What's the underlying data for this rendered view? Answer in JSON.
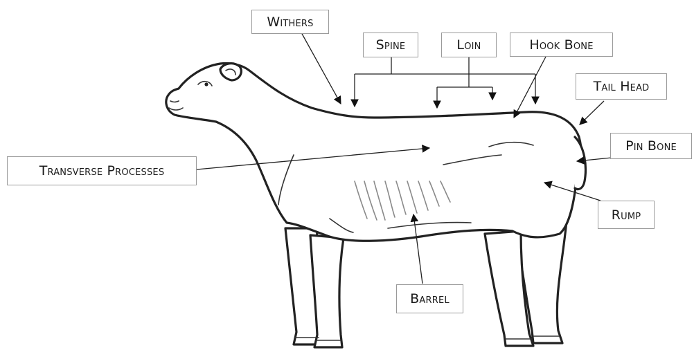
{
  "labels": {
    "withers": "Withers",
    "spine": "Spine",
    "loin": "Loin",
    "hook_bone": "Hook Bone",
    "tail_head": "Tail Head",
    "pin_bone": "Pin Bone",
    "transverse_processes": "Transverse Processes",
    "rump": "Rump",
    "barrel": "Barrel"
  }
}
